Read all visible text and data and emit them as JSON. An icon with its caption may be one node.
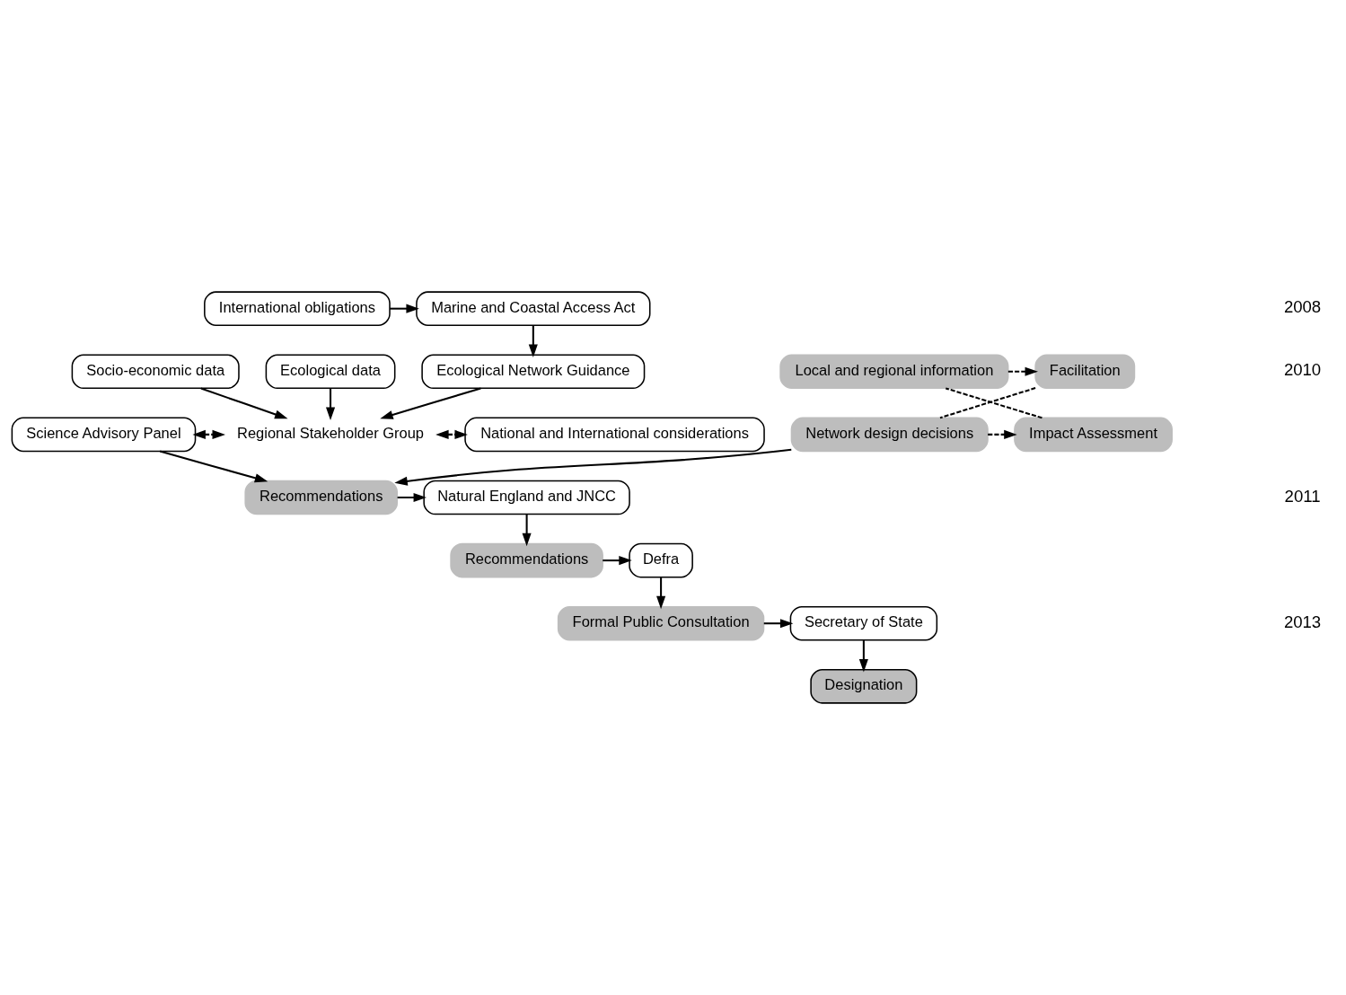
{
  "diagram": {
    "nodes": [
      {
        "text": [
          "International obligations"
        ]
      },
      {
        "text": [
          "Marine and Coastal Access Act"
        ]
      },
      {
        "text": [
          "Socio-economic data"
        ]
      },
      {
        "text": [
          "Ecological data"
        ]
      },
      {
        "text": [
          "Ecological Network Guidance"
        ]
      },
      {
        "text": [
          "Science Advisory Panel"
        ]
      },
      {
        "text": [
          "Facilitation"
        ]
      },
      {
        "text": [
          "Local and regional information"
        ]
      },
      {
        "text": [
          "Regional Stakeholder Group"
        ]
      },
      {
        "text": [
          "Network design decisions"
        ]
      },
      {
        "text": [
          "Impact Assessment"
        ]
      },
      {
        "text": [
          "National and International considerations"
        ]
      },
      {
        "text": [
          "Recommendations"
        ]
      },
      {
        "text": [
          "Natural England and JNCC"
        ]
      },
      {
        "text": [
          "Recommendations"
        ]
      },
      {
        "text": [
          "Defra"
        ]
      },
      {
        "text": [
          "Formal Public Consultation"
        ]
      },
      {
        "text": [
          "Secretary of State"
        ]
      },
      {
        "text": [
          "Designation"
        ]
      }
    ],
    "edges": [
      {
        "from": 0,
        "to": 1,
        "arrow": "to"
      },
      {
        "from": 1,
        "to": 4,
        "arrow": "to"
      },
      {
        "from": 2,
        "to": 8,
        "arrow": "to"
      },
      {
        "from": 3,
        "to": 8,
        "arrow": "to"
      },
      {
        "from": 4,
        "to": 8,
        "arrow": "to"
      },
      {
        "from": 7,
        "to": 6,
        "arrow": "to",
        "style": "dashed"
      },
      {
        "from": 6,
        "to": 9,
        "arrow": "none",
        "style": "dashed"
      },
      {
        "from": 9,
        "to": 10,
        "arrow": "to",
        "style": "dashed"
      },
      {
        "from": 10,
        "to": 7,
        "arrow": "none",
        "style": "dashed"
      },
      {
        "from": 5,
        "to": 8,
        "arrow": "both",
        "style": "dashed"
      },
      {
        "from": 8,
        "to": 11,
        "arrow": "both",
        "style": "dashed"
      },
      {
        "from": 5,
        "to": 12,
        "arrow": "to"
      },
      {
        "from": 9,
        "to": 12,
        "arrow": "to"
      },
      {
        "from": 12,
        "to": 13,
        "arrow": "to"
      },
      {
        "from": 13,
        "to": 14,
        "arrow": "to"
      },
      {
        "from": 14,
        "to": 15,
        "arrow": "to"
      },
      {
        "from": 15,
        "to": 16,
        "arrow": "to"
      },
      {
        "from": 16,
        "to": 17,
        "arrow": "to"
      },
      {
        "from": 17,
        "to": 18,
        "arrow": "to"
      }
    ],
    "labels": [
      "2008",
      "2010",
      "2011",
      "2013"
    ]
  }
}
